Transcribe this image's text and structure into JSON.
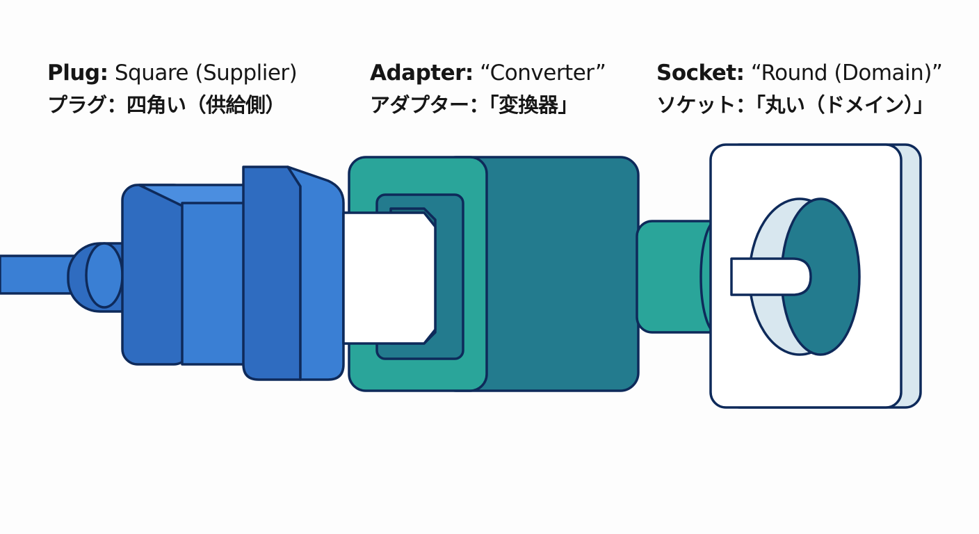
{
  "labels": {
    "plug": {
      "key": "Plug:",
      "value": " Square (Supplier)",
      "jp": "プラグ：四角い（供給側）"
    },
    "adapter": {
      "key": "Adapter:",
      "value": " “Converter”",
      "jp": "アダプター：「変換器」"
    },
    "socket": {
      "key": "Socket:",
      "value": " “Round (Domain)”",
      "jp": "ソケット：「丸い（ドメイン）」"
    }
  },
  "colors": {
    "outline": "#0e2a5a",
    "plug_blue": "#3a7fd4",
    "plug_blue_dark": "#2f6cc0",
    "adapter_teal": "#2aa59a",
    "adapter_dark": "#237b8e",
    "socket_face": "#ffffff",
    "socket_edge": "#d8e7ef",
    "pin_white": "#ffffff"
  }
}
